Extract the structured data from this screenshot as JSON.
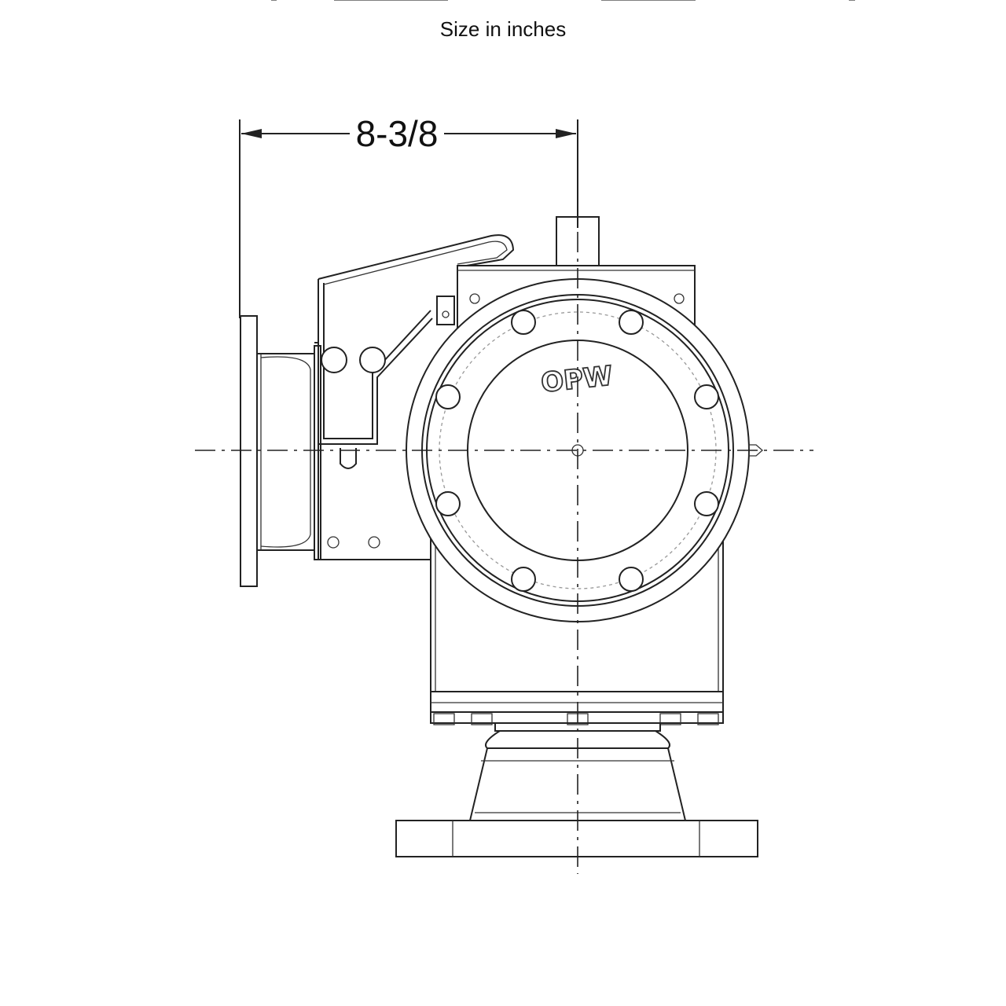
{
  "caption": "Size in inches",
  "dimension": {
    "label": "8-3/8"
  },
  "brand_mark": "OPW",
  "colors": {
    "line": "#222222",
    "background": "#ffffff",
    "bolt_circle": "#999999"
  }
}
